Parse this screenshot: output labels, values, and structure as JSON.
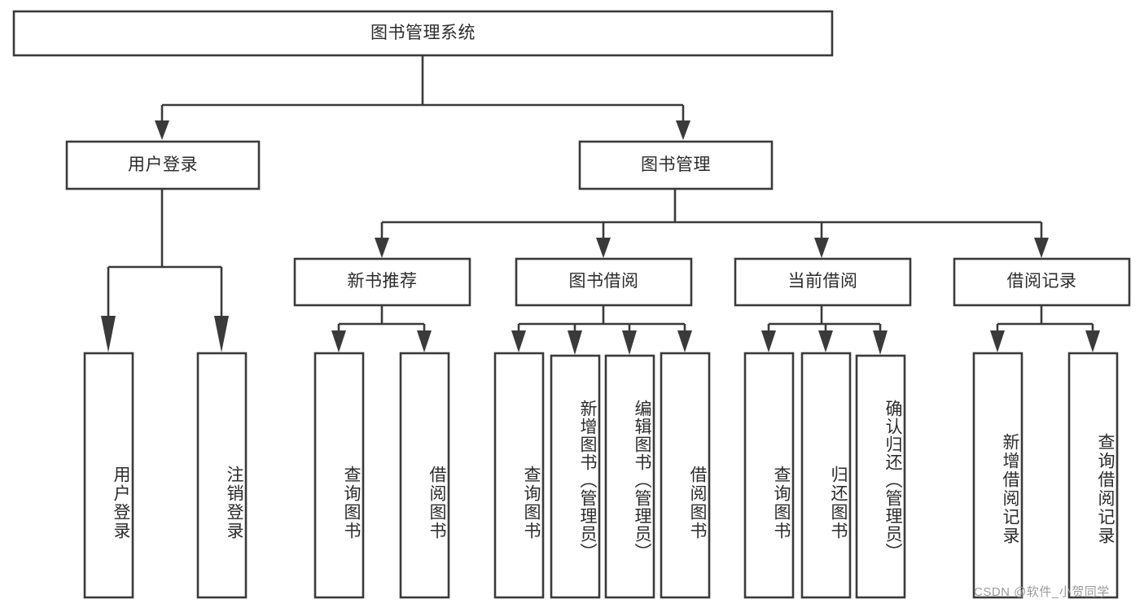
{
  "diagram": {
    "title": "图书管理系统",
    "type": "tree-hierarchy-diagram",
    "watermark": "CSDN @软件_小贺同学",
    "colors": {
      "stroke": "#3a3a3a",
      "box_fill": "#ffffff",
      "text": "#2b2b2b",
      "background": "#ffffff",
      "watermark": "#9a9a9a"
    },
    "root": {
      "label": "图书管理系统"
    },
    "level2": [
      {
        "label": "用户登录"
      },
      {
        "label": "图书管理"
      }
    ],
    "level3": [
      {
        "label": "新书推荐"
      },
      {
        "label": "图书借阅"
      },
      {
        "label": "当前借阅"
      },
      {
        "label": "借阅记录"
      }
    ],
    "leaves": {
      "user_login": [
        {
          "label": "用户登录"
        },
        {
          "label": "注销登录"
        }
      ],
      "new_book_recommend": [
        {
          "label": "查询图书"
        },
        {
          "label": "借阅图书"
        }
      ],
      "book_borrow": [
        {
          "label": "查询图书"
        },
        {
          "label": "新增图书（管理员）"
        },
        {
          "label": "编辑图书（管理员）"
        },
        {
          "label": "借阅图书"
        }
      ],
      "current_borrow": [
        {
          "label": "查询图书"
        },
        {
          "label": "归还图书"
        },
        {
          "label": "确认归还（管理员）"
        }
      ],
      "borrow_record": [
        {
          "label": "新增借阅记录"
        },
        {
          "label": "查询借阅记录"
        }
      ]
    }
  }
}
